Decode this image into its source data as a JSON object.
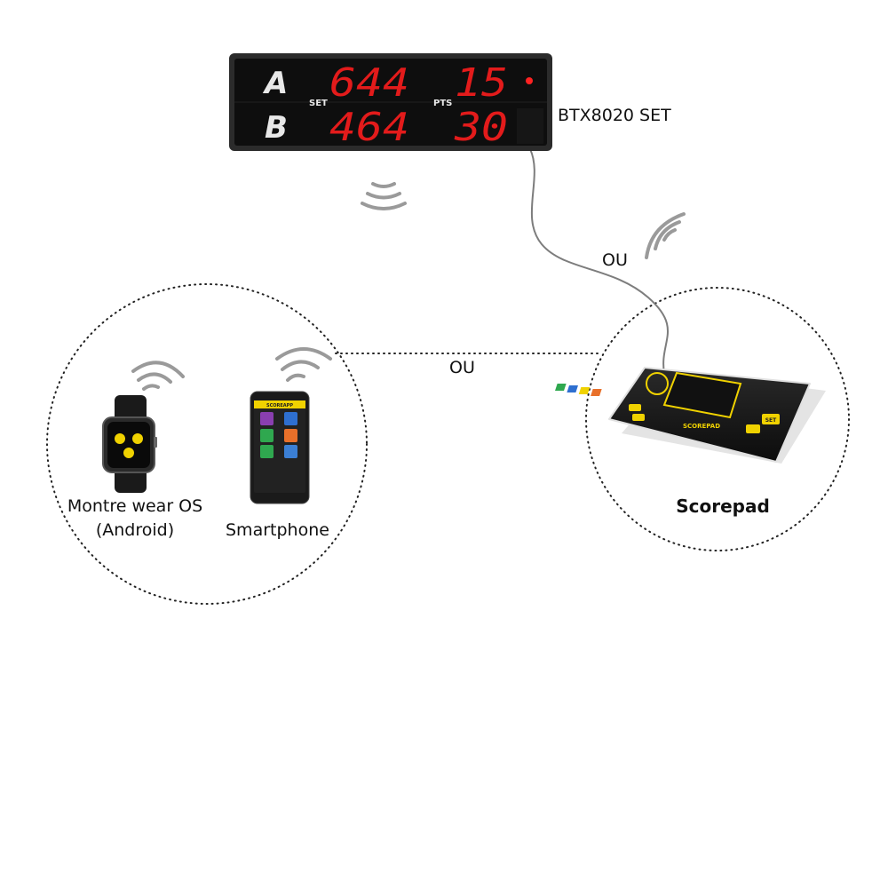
{
  "scoreboard": {
    "team_a": "A",
    "team_b": "B",
    "set_label": "SET",
    "pts_label": "PTS",
    "a_sets": "644",
    "a_points": "15",
    "b_sets": "464",
    "b_points": "30",
    "model": "BTX8020 SET"
  },
  "links": {
    "ou_top": "OU",
    "ou_middle": "OU"
  },
  "devices": {
    "watch_label_line1": "Montre wear OS",
    "watch_label_line2": "(Android)",
    "smartphone_label": "Smartphone",
    "smartphone_app_title": "SCOREAPP",
    "scorepad_label": "Scorepad",
    "scorepad_brand": "SCOREPAD",
    "scorepad_key": "SET"
  },
  "colors": {
    "led_red": "#e31b1b",
    "scorepad_yellow": "#f0d200"
  }
}
